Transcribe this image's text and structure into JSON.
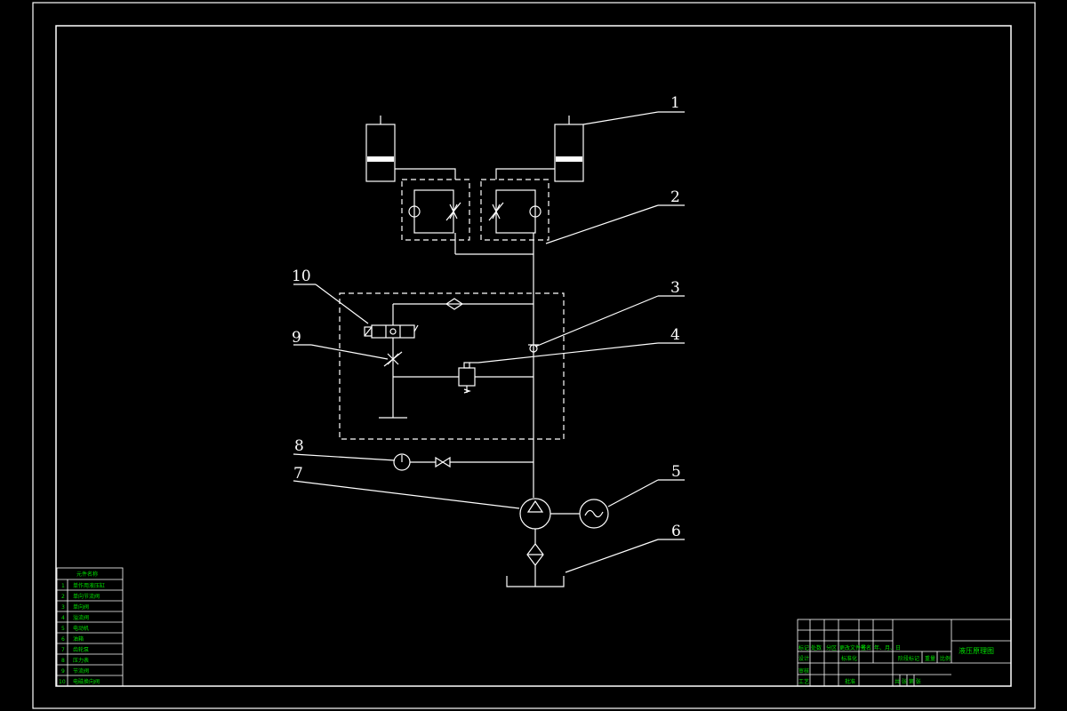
{
  "callouts": [
    "1",
    "2",
    "3",
    "4",
    "5",
    "6",
    "7",
    "8",
    "9",
    "10"
  ],
  "legend": {
    "title": "元件名称",
    "rows": [
      {
        "no": "1",
        "name": "单作用液压缸"
      },
      {
        "no": "2",
        "name": "单向节流阀"
      },
      {
        "no": "3",
        "name": "单向阀"
      },
      {
        "no": "4",
        "name": "溢流阀"
      },
      {
        "no": "5",
        "name": "电动机"
      },
      {
        "no": "6",
        "name": "油箱"
      },
      {
        "no": "7",
        "name": "齿轮泵"
      },
      {
        "no": "8",
        "name": "压力表"
      },
      {
        "no": "9",
        "name": "节流阀"
      },
      {
        "no": "10",
        "name": "电磁换向阀"
      }
    ]
  },
  "title_block": {
    "drawing_title": "液压原理图",
    "row_labels": [
      "标记",
      "处数",
      "分区",
      "更改文件号",
      "签名",
      "年、月、日"
    ],
    "design": "设计",
    "standardization": "标准化",
    "review": "审核",
    "process": "工艺",
    "approve": "批准",
    "stage_mark": "阶段标记",
    "weight": "重量",
    "scale": "比例",
    "sheets": "共  张    第  张"
  },
  "colors": {
    "background": "#000000",
    "lines": "#ffffff",
    "text": "#00e000"
  }
}
